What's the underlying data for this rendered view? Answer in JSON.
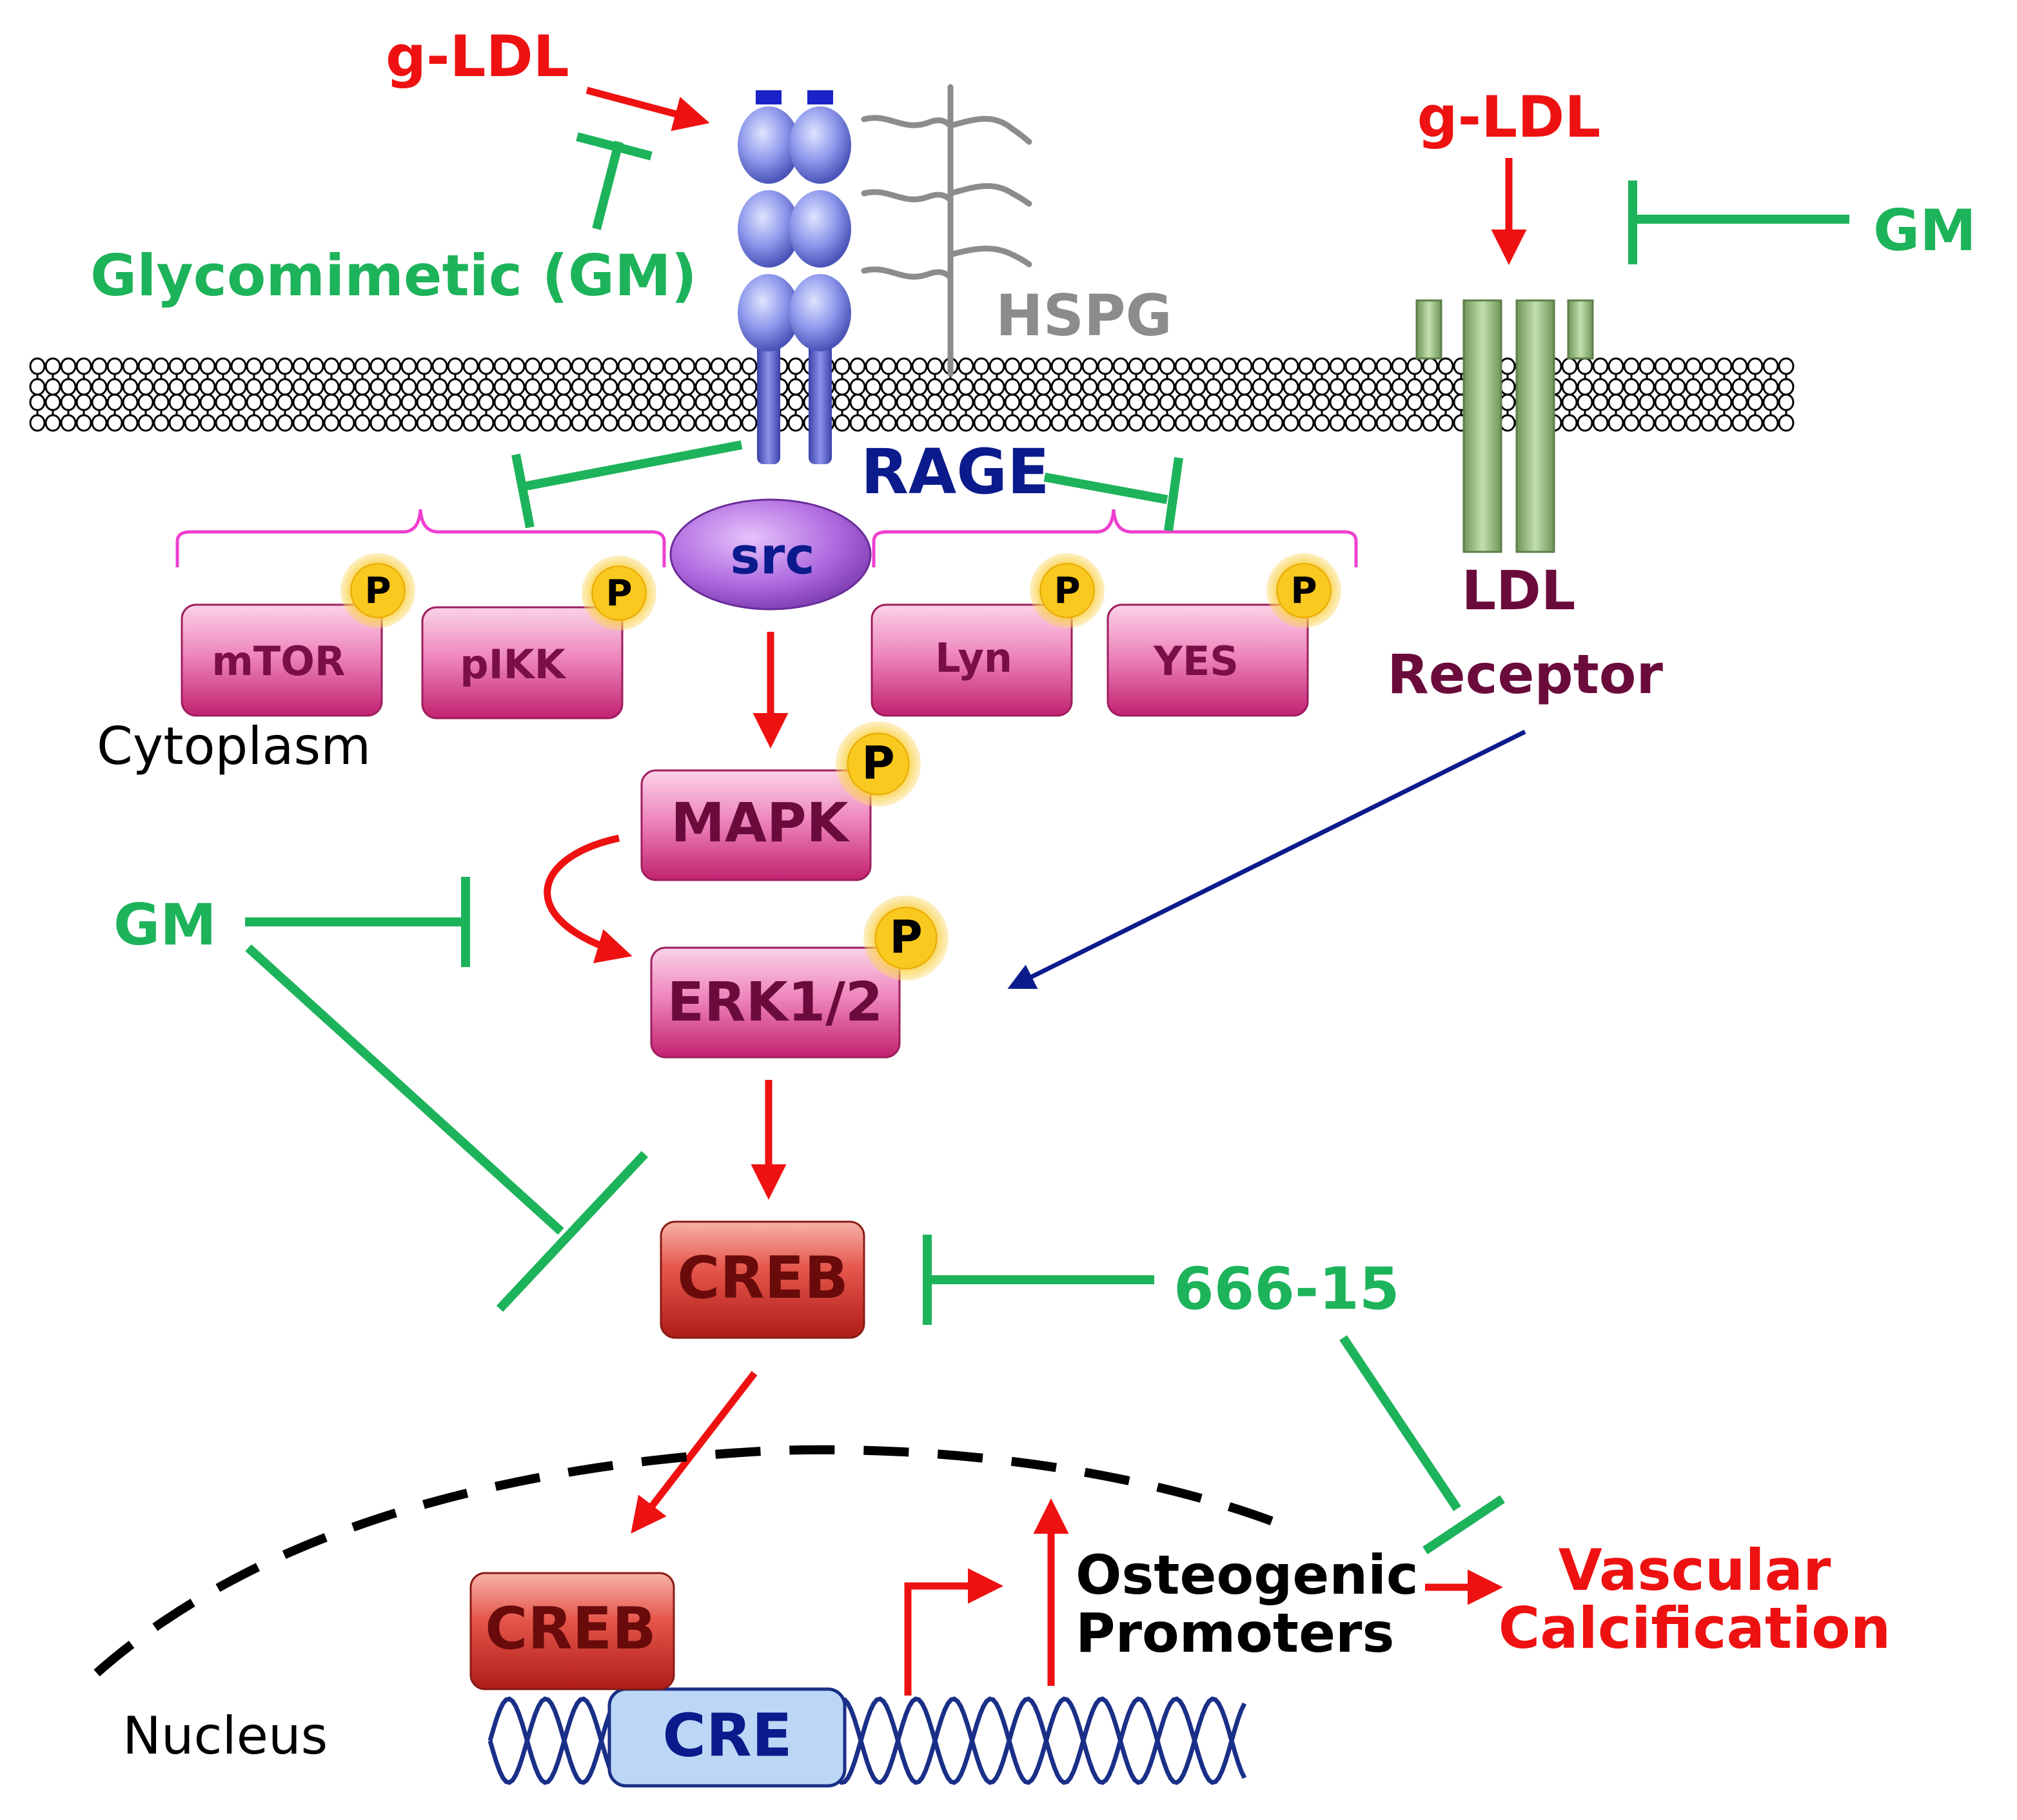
{
  "colors": {
    "red": "#ee1111",
    "green": "#1db35a",
    "navy": "#0b1b8c",
    "gray": "#8c8c8c",
    "maroon": "#6a0b3c",
    "pink_box": "#e0559a",
    "red_box": "#d8423b",
    "src": "#a65fd6",
    "lrp": "#92b878",
    "cre": "#bcd7f5",
    "phospho": "#f7c31a",
    "bracket": "#ee3fd0",
    "dna": "#1a2f87"
  },
  "labels": {
    "gldl_top": "g-LDL",
    "gldl_right": "g-LDL",
    "glycomimetic": "Glycomimetic (GM)",
    "gm_right": "GM",
    "gm_left": "GM",
    "hspg": "HSPG",
    "rage": "RAGE",
    "ldl_receptor_1": "LDL",
    "ldl_receptor_2": "Receptor",
    "cytoplasm": "Cytoplasm",
    "nucleus": "Nucleus",
    "inhibitor_666": "666-15",
    "osteogenic_1": "Osteogenic",
    "osteogenic_2": "Promoters",
    "vascular_1": "Vascular",
    "vascular_2": "Calcification",
    "phospho": "P"
  },
  "nodes": {
    "src": "src",
    "mtor": "mTOR",
    "pikk": "pIKK",
    "lyn": "Lyn",
    "yes": "YES",
    "mapk": "MAPK",
    "erk": "ERK1/2",
    "creb_cyto": "CREB",
    "creb_nuc": "CREB",
    "cre": "CRE"
  },
  "icons": [
    "lipid-bilayer",
    "rage-receptor-icon",
    "hspg-proteoglycan-icon",
    "ldl-receptor-icon",
    "dna-helix-icon",
    "phospho-badge-icon"
  ]
}
